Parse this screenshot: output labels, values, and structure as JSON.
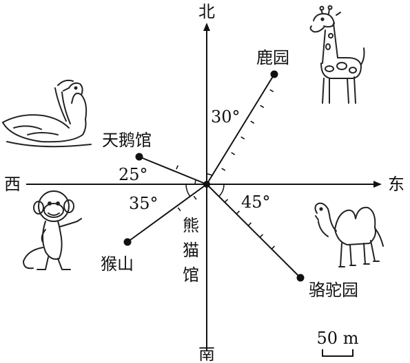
{
  "directions": {
    "north": "北",
    "south": "南",
    "east": "东",
    "west": "西"
  },
  "center": {
    "label_chars": [
      "熊",
      "猫",
      "馆"
    ]
  },
  "places": [
    {
      "id": "deer",
      "label": "鹿园",
      "angle_text": "30°",
      "bearing": "north-east",
      "deg": 30,
      "ticks": 7
    },
    {
      "id": "swan",
      "label": "天鹅馆",
      "angle_text": "25°",
      "bearing": "north-west",
      "deg": 65,
      "ticks": 2
    },
    {
      "id": "monkey",
      "label": "猴山",
      "angle_text": "35°",
      "bearing": "south-west",
      "deg": 55,
      "ticks": 3
    },
    {
      "id": "camel",
      "label": "骆驼园",
      "angle_text": "45°",
      "bearing": "south-east",
      "deg": 45,
      "ticks": 5
    }
  ],
  "scale": {
    "label": "50 m"
  },
  "colors": {
    "ink": "#111111",
    "outline": "#222222"
  },
  "icons": [
    "giraffe-icon",
    "swan-icon",
    "monkey-icon",
    "camel-icon"
  ]
}
